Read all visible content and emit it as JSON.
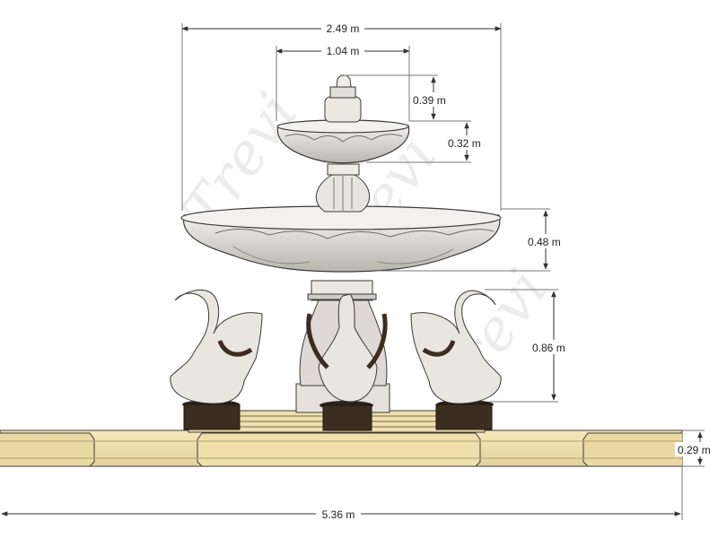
{
  "dimensions": {
    "overall_width": "2.49 m",
    "top_bowl_width": "1.04 m",
    "finial_height": "0.39 m",
    "top_bowl_height": "0.32 m",
    "big_bowl_height": "0.48 m",
    "swan_height": "0.86 m",
    "basin_height": "0.29 m",
    "basin_width": "5.36 m"
  },
  "watermark": "Trevi",
  "colors": {
    "marble": "#e9e6e0",
    "marble_shade": "#bdbab3",
    "outline": "#3a3a3a",
    "sandstone": "#f1e1b0",
    "sandstone_shade": "#d4c08a",
    "bronze": "#3b2d20",
    "dimension_line": "#333333"
  }
}
